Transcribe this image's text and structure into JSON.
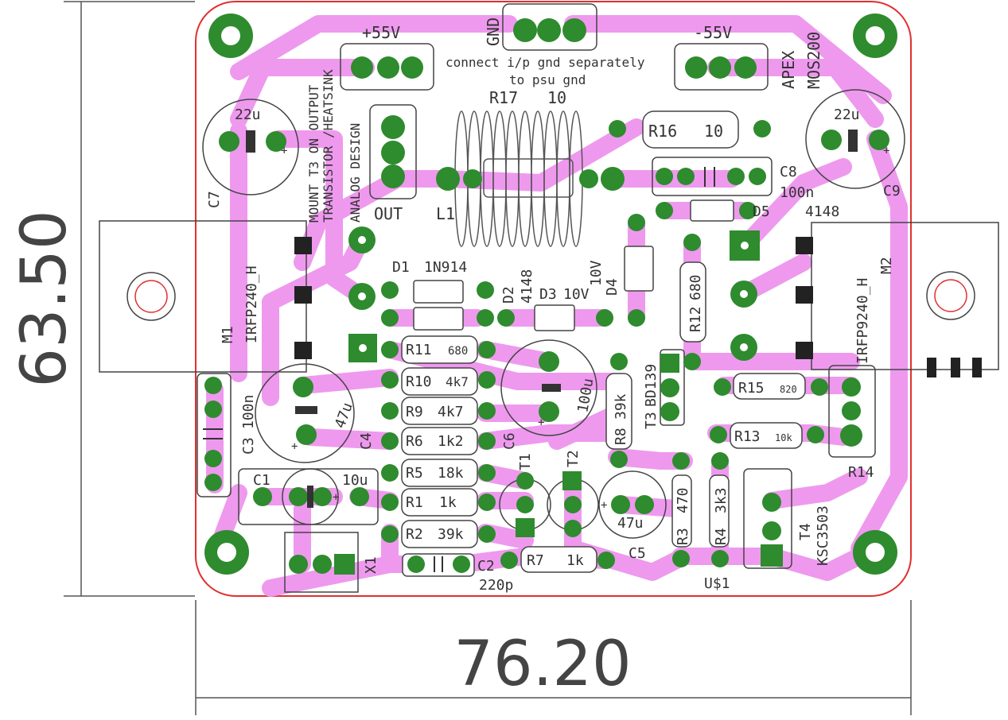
{
  "dimensions": {
    "height": "63.50",
    "width": "76.20"
  },
  "colors": {
    "board_bg": "#ffffff",
    "edge": "#e03030",
    "trace": "#ee99ee",
    "pad": "#2e8b2e",
    "drill": "#ffffff",
    "silk": "#333333"
  },
  "labels": {
    "gnd": "GND",
    "p55": "+55V",
    "m55": "-55V",
    "note1": "connect i/p gnd separately",
    "note2": "to psu gnd",
    "apex": "APEX",
    "mos200": "MOS200",
    "mount1": "MOUNT T3 ON OUTPUT",
    "mount2": "TRANSISTOR /HEATSINK",
    "analog": "ANALOG DESIGN",
    "out": "OUT",
    "l1": "L1",
    "r17": "R17",
    "r17v": "10",
    "r16": "R16",
    "r16v": "10",
    "c7v": "22u",
    "c7": "C7",
    "c9v": "22u",
    "c9": "C9",
    "c8": "C8",
    "c8v": "100n",
    "d5": "D5",
    "d5v": "4148",
    "m1": "M1",
    "m1t": "IRFP240_H",
    "m2": "M2",
    "m2t": "IRFP9240_H",
    "d1": "D1",
    "d1v": "1N914",
    "d2": "D2",
    "d2v": "4148",
    "d3": "D3",
    "d3v": "10V",
    "d4": "D4",
    "d4v": "10V",
    "r12": "R12",
    "r12v": "680",
    "r11": "R11",
    "r11v": "680",
    "r10": "R10",
    "r10v": "4k7",
    "r9": "R9",
    "r9v": "4k7",
    "r6": "R6",
    "r6v": "1k2",
    "r5": "R5",
    "r5v": "18k",
    "r1": "R1",
    "r1v": "1k",
    "r2": "R2",
    "r2v": "39k",
    "r7": "R7",
    "r7v": "1k",
    "r8": "R8",
    "r8v": "39k",
    "r3": "R3",
    "r3v": "470",
    "r4": "R4",
    "r4v": "3k3",
    "r13": "R13",
    "r13v": "10k",
    "r15": "R15",
    "r15v": "820",
    "r14": "R14",
    "t1": "T1",
    "t2": "T2",
    "t3": "T3",
    "t3v": "BD139",
    "t4": "T4",
    "t4v": "KSC3503",
    "c3": "C3",
    "c3v": "100n",
    "c4": "C4",
    "c4v": "47u",
    "c6": "C6",
    "c6v": "100u",
    "c1": "C1",
    "c1v": "10u",
    "c2": "C2",
    "c2v": "220p",
    "c5": "C5",
    "c5v": "47u",
    "x1": "X1",
    "us1": "U$1",
    "plus": "+"
  }
}
